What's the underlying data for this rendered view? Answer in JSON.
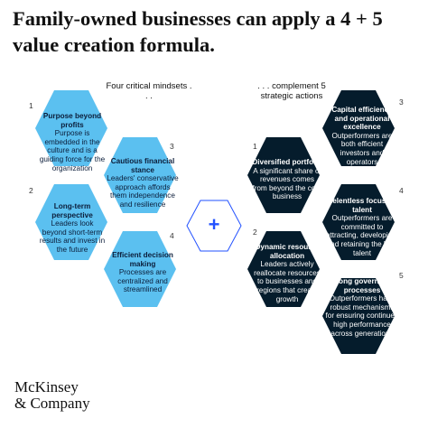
{
  "title": "Family-owned businesses can apply a 4 + 5 value creation formula.",
  "left_header": "Four critical mindsets . . .",
  "right_header": ". . . complement 5 strategic actions",
  "plus_symbol": "+",
  "colors": {
    "light_hex": "#5bc0f0",
    "dark_hex": "#051c2c",
    "plus_color": "#2251ff"
  },
  "mindsets": [
    {
      "num": "1",
      "heading": "Purpose beyond profits",
      "body": "Purpose is embedded in the culture and is a guiding force for the organization"
    },
    {
      "num": "2",
      "heading": "Long-term perspective",
      "body": "Leaders look beyond short-term results and invest in the future"
    },
    {
      "num": "3",
      "heading": "Cautious financial stance",
      "body": "Leaders' conservative approach affords them independence and resilience"
    },
    {
      "num": "4",
      "heading": "Efficient decision making",
      "body": "Processes are centralized and streamlined"
    }
  ],
  "actions": [
    {
      "num": "1",
      "heading": "Diversified portfolio",
      "body": "A significant share of revenues comes from beyond the core business"
    },
    {
      "num": "2",
      "heading": "Dynamic resource allocation",
      "body": "Leaders actively reallocate resources to businesses and regions that create growth"
    },
    {
      "num": "3",
      "heading": "Capital efficiency and operational excellence",
      "body": "Outperformers are both efficient investors and operators"
    },
    {
      "num": "4",
      "heading": "Relentless focus on talent",
      "body": "Outperformers are committed to attracting, developing, and retaining the best talent"
    },
    {
      "num": "5",
      "heading": "Strong governance processes",
      "body": "Outperformers have robust mechanisms for ensuring continued high performance across generations"
    }
  ],
  "logo_line1": "McKinsey",
  "logo_line2": "& Company"
}
